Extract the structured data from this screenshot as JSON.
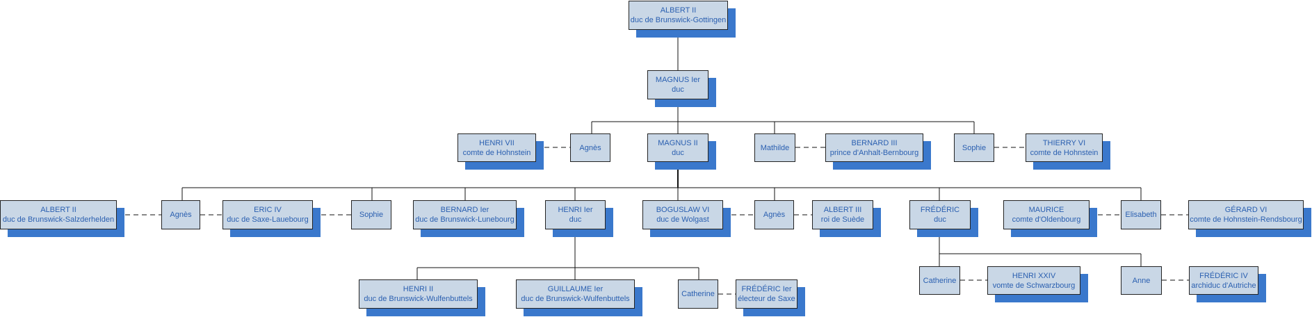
{
  "tree": {
    "nodes": {
      "n_albert_ii_root": {
        "name": "ALBERT II",
        "title": "duc de Brunswick-Gottingen"
      },
      "n_magnus_i": {
        "name": "MAGNUS Ier",
        "title": "duc"
      },
      "n_henri_vii": {
        "name": "HENRI VII",
        "title": "comte de Hohnstein"
      },
      "n_agnes_1": {
        "name": "Agnès",
        "title": ""
      },
      "n_magnus_ii": {
        "name": "MAGNUS II",
        "title": "duc"
      },
      "n_mathilde": {
        "name": "Mathilde",
        "title": ""
      },
      "n_bernard_iii": {
        "name": "BERNARD III",
        "title": "prince d'Anhalt-Bernbourg"
      },
      "n_sophie_1": {
        "name": "Sophie",
        "title": ""
      },
      "n_thierry_vi": {
        "name": "THIERRY VI",
        "title": "comte de Hohnstein"
      },
      "n_albert_ii_salz": {
        "name": "ALBERT II",
        "title": "duc de Brunswick-Salzderhelden"
      },
      "n_agnes_2": {
        "name": "Agnès",
        "title": ""
      },
      "n_eric_iv": {
        "name": "ERIC IV",
        "title": "duc de Saxe-Lauebourg"
      },
      "n_sophie_2": {
        "name": "Sophie",
        "title": ""
      },
      "n_bernard_i": {
        "name": "BERNARD Ier",
        "title": "duc de Brunswick-Lunebourg"
      },
      "n_henri_i": {
        "name": "HENRI Ier",
        "title": "duc"
      },
      "n_boguslaw_vi": {
        "name": "BOGUSLAW VI",
        "title": "duc de Wolgast"
      },
      "n_agnes_3": {
        "name": "Agnès",
        "title": ""
      },
      "n_albert_iii": {
        "name": "ALBERT III",
        "title": "roi de Suède"
      },
      "n_frederic": {
        "name": "FRÉDÉRIC",
        "title": "duc"
      },
      "n_maurice": {
        "name": "MAURICE",
        "title": "comte d'Oldenbourg"
      },
      "n_elisabeth": {
        "name": "Elisabeth",
        "title": ""
      },
      "n_gerard_vi": {
        "name": "GÉRARD VI",
        "title": "comte de Hohnstein-Rendsbourg"
      },
      "n_henri_ii": {
        "name": "HENRI II",
        "title": "duc de Brunswick-Wulfenbuttels"
      },
      "n_guillaume_i": {
        "name": "GUILLAUME Ier",
        "title": "duc de Brunswick-Wulfenbuttels"
      },
      "n_catherine_1": {
        "name": "Catherine",
        "title": ""
      },
      "n_frederic_i": {
        "name": "FRÉDÉRIC Ier",
        "title": "électeur de Saxe"
      },
      "n_catherine_2": {
        "name": "Catherine",
        "title": ""
      },
      "n_henri_xxiv": {
        "name": "HENRI XXIV",
        "title": "vomte de Schwarzbourg"
      },
      "n_anne": {
        "name": "Anne",
        "title": ""
      },
      "n_frederic_iv": {
        "name": "FRÉDÉRIC IV",
        "title": "archiduc d'Autriche"
      }
    }
  },
  "colors": {
    "box_fill": "#c9d7e6",
    "box_border": "#222222",
    "shadow": "#3a78cc",
    "text": "#2a5fb0",
    "line": "#111111"
  }
}
